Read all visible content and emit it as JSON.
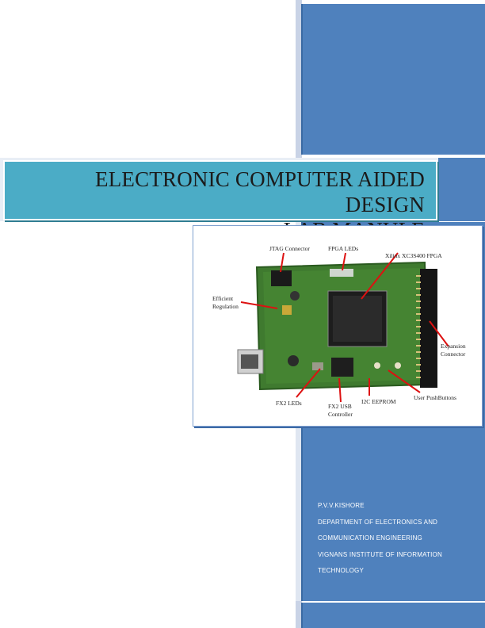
{
  "title": {
    "line1": "ELECTRONIC COMPUTER AIDED DESIGN",
    "line2": "LAB MANULE"
  },
  "board_labels": {
    "jtag": "JTAG Connector",
    "fpga_leds": "FPGA LEDs",
    "fpga_chip": "Xilinx XC3S400 FPGA",
    "efficient_1": "Efficient",
    "efficient_2": "Regulation",
    "expansion_1": "Expansion",
    "expansion_2": "Connector",
    "fx2_leds": "FX2 LEDs",
    "fx2_usb_1": "FX2 USB",
    "fx2_usb_2": "Controller",
    "i2c": "I2C EEPROM",
    "pushbuttons": "User PushButtons"
  },
  "author": {
    "name": "P.V.V.KISHORE",
    "dept1": "DEPARTMENT OF ELECTRONICS AND",
    "dept2": "COMMUNICATION ENGINEERING",
    "inst1": "VIGNANS INSTITUTE OF INFORMATION",
    "inst2": "TECHNOLOGY"
  },
  "colors": {
    "column_blue": "#4f81bd",
    "banner_teal": "#4bacc6",
    "pcb_green": "#3f7a2f"
  }
}
